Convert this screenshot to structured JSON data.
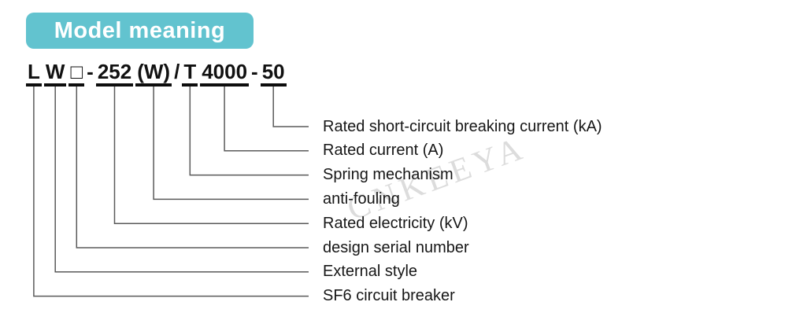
{
  "header": {
    "title": "Model meaning",
    "accent_color": "#62c3cf"
  },
  "model": {
    "tokens": [
      {
        "text": "L",
        "underlined": true
      },
      {
        "text": "W",
        "underlined": true
      },
      {
        "text": "□",
        "underlined": true
      },
      {
        "text": "-",
        "underlined": false
      },
      {
        "text": "252",
        "underlined": true
      },
      {
        "text": "(W)",
        "underlined": true
      },
      {
        "text": "/",
        "underlined": false
      },
      {
        "text": "T",
        "underlined": true
      },
      {
        "text": "4000",
        "underlined": true
      },
      {
        "text": "-",
        "underlined": false
      },
      {
        "text": "50",
        "underlined": true
      }
    ]
  },
  "meanings": [
    {
      "part": "50",
      "label": "Rated short-circuit breaking current (kA)"
    },
    {
      "part": "4000",
      "label": "Rated current (A)"
    },
    {
      "part": "T",
      "label": "Spring mechanism"
    },
    {
      "part": "(W)",
      "label": "anti-fouling"
    },
    {
      "part": "252",
      "label": "Rated electricity (kV)"
    },
    {
      "part": "□",
      "label": "design serial number"
    },
    {
      "part": "W",
      "label": "External style"
    },
    {
      "part": "L",
      "label": "SF6 circuit breaker"
    }
  ],
  "watermark": {
    "text": "CNKEEYA",
    "color": "#dcdcdc"
  },
  "line_color": "#5a5a5a"
}
